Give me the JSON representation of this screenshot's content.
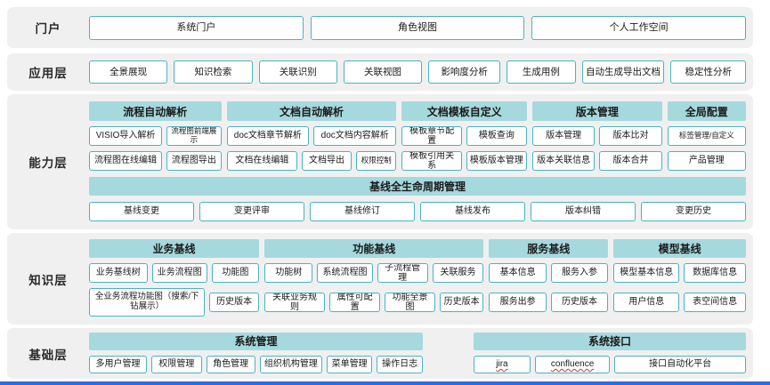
{
  "diagram": {
    "theme": {
      "header_fill": "#a6d9de",
      "box_border": "#4ab3c0",
      "panel_bg": "#f0f0f0",
      "bottom_bar": "#2e6ae6"
    }
  },
  "portal": {
    "label": "门户",
    "items": [
      "系统门户",
      "角色视图",
      "个人工作空间"
    ]
  },
  "application": {
    "label": "应用层",
    "items": [
      "全景展现",
      "知识检索",
      "关联识别",
      "关联视图",
      "影响度分析",
      "生成用例",
      "自动生成导出文档",
      "稳定性分析"
    ]
  },
  "capability": {
    "label": "能力层",
    "groups": [
      {
        "header": "流程自动解析",
        "rows": [
          [
            "VISIO导入解析",
            "流程图前端展示"
          ],
          [
            "流程图在线编辑",
            "流程图导出"
          ]
        ]
      },
      {
        "header": "文档自动解析",
        "rows": [
          [
            "doc文档章节解析",
            "doc文档内容解析"
          ],
          [
            "文档在线编辑",
            "文档导出",
            "权限控制"
          ]
        ]
      },
      {
        "header": "文档模板自定义",
        "rows": [
          [
            "模板章节配置",
            "模板查询"
          ],
          [
            "模板引用关系",
            "模板版本管理"
          ]
        ]
      },
      {
        "header": "版本管理",
        "rows": [
          [
            "版本管理",
            "版本比对"
          ],
          [
            "版本关联信息",
            "版本合并"
          ]
        ]
      },
      {
        "header": "全局配置",
        "rows": [
          [
            "标签管理/自定义"
          ],
          [
            "产品管理"
          ]
        ]
      }
    ],
    "baseline": {
      "header": "基线全生命周期管理",
      "items": [
        "基线变更",
        "变更评审",
        "基线修订",
        "基线发布",
        "版本纠错",
        "变更历史"
      ]
    }
  },
  "knowledge": {
    "label": "知识层",
    "groups": [
      {
        "header": "业务基线",
        "row1": [
          "业务基线树",
          "业务流程图",
          "功能图"
        ],
        "row2": [
          "全业务流程功能图（搜索/下钻展示）",
          "历史版本"
        ]
      },
      {
        "header": "功能基线",
        "row1": [
          "功能树",
          "系统流程图",
          "子流程管理",
          "关联服务"
        ],
        "row2": [
          "关联业务规则",
          "属性可配置",
          "功能全景图",
          "历史版本"
        ]
      },
      {
        "header": "服务基线",
        "row1": [
          "基本信息",
          "服务入参"
        ],
        "row2": [
          "服务出参",
          "历史版本"
        ]
      },
      {
        "header": "模型基线",
        "row1": [
          "模型基本信息",
          "数据库信息"
        ],
        "row2": [
          "用户信息",
          "表空间信息"
        ]
      }
    ]
  },
  "foundation": {
    "label": "基础层",
    "groups": [
      {
        "header": "系统管理",
        "items": [
          "多用户管理",
          "权限管理",
          "角色管理",
          "组织机构管理",
          "菜单管理",
          "操作日志"
        ]
      },
      {
        "header": "系统接口",
        "items": [
          "jira",
          "confluence",
          "接口自动化平台"
        ]
      }
    ]
  }
}
